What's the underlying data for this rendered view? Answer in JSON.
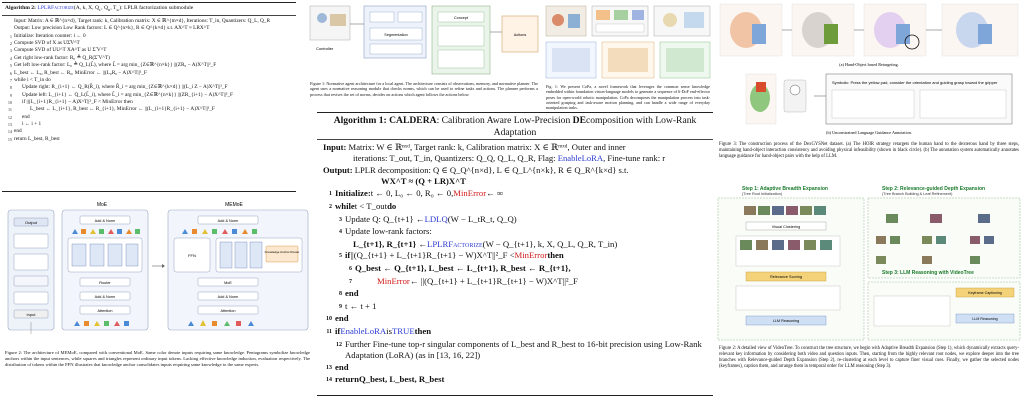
{
  "alg2": {
    "title_prefix": "Algorithm 2:",
    "title_name": "LPLRFactorize",
    "title_args": "(A, k, X, Q",
    "title_args2": ", Q",
    "title_args3": ", T",
    "title_args4": "): LPLR factorization submodule",
    "lines": [
      {
        "n": "",
        "t": "Input: Matrix: A ∈ ℝ^{n×d}, Target rank: k, Calibration matrix: X ∈ ℝ^{m×d}, Iterations: T_in, Quantizers: Q_L, Q_R"
      },
      {
        "n": "",
        "t": "Output: Low precision Low Rank factors: L ∈ Q^{n×k}, R ∈ Q^{k×d} s.t. AX^T ≈ LRX^T"
      },
      {
        "n": "1",
        "t": "Initialize: Iteration counter: i ← 0"
      },
      {
        "n": "2",
        "t": "Compute SVD of X as UΣ̃V^T"
      },
      {
        "n": "3",
        "t": "Compute SVD of UU^T XA^T as U Σ̃ V^T"
      },
      {
        "n": "4",
        "t": "Get right low-rank factor: R₀ ≜ Q_R(Σ̃ V^T)"
      },
      {
        "n": "5",
        "t": "Get left low-rank factor: L₀ ≜ Q_L(L̃), where L̃ = arg min_{Z∈ℝ^{n×k}} ||(ZR₀ − A)X^T||²_F"
      },
      {
        "n": "6",
        "t": "L_best ← L₀, R_best ← R₀, MinError ← ||(L₀R₀ − A)X^T||²_F"
      },
      {
        "n": "7",
        "t": "while i < T_in do"
      },
      {
        "n": "8",
        "t": "Update right: R_{i+1} ← Q_R(R̃_i), where R̃_i = arg min_{Z∈ℝ^{k×d}} ||(L_i Z − A)X^T||²_F"
      },
      {
        "n": "9",
        "t": "Update left: L_{i+1} ← Q_L(L̃_i), where L̃_i = arg min_{Z∈ℝ^{n×k}} ||(ZR_{i+1} − A)X^T||²_F"
      },
      {
        "n": "10",
        "t": "if ||(L_{i+1}R_{i+1} − A)X^T||²_F < MinError then"
      },
      {
        "n": "11",
        "t": "L_best ← L_{i+1}, R_best ← R_{i+1}, MinError ← ||(L_{i+1}R_{i+1} − A)X^T||²_F"
      },
      {
        "n": "12",
        "t": "end"
      },
      {
        "n": "13",
        "t": "i ← i + 1"
      },
      {
        "n": "14",
        "t": "end"
      },
      {
        "n": "15",
        "t": "return L_best, R_best"
      }
    ]
  },
  "memoe": {
    "labels": {
      "left_title": "MoE",
      "right_title": "MEMoE",
      "output": "Output",
      "add_norm": "Add & Norm",
      "moe": "MoE",
      "ffn": "FFN",
      "attention": "Attention",
      "input": "Input",
      "knowledge_anchor": "Knowledge Anchor Router",
      "router": "Router"
    },
    "caption": "Figure 2: The architecture of MEMoE, compared with conventional MoE. Same color denote inputs requiring same knowledge. Pentagrams symbolize knowledge anchors within the input sentences, while squares and triangles represent ordinary input tokens. Lacking effective knowledge induction, evaluation respectively. The distribution of tokens within the FFN illustrates that knowledge anchor consolidates inputs requiring same knowledge to the same experts."
  },
  "topmid": {
    "labels": {
      "a": "Controller",
      "b": "Segmentation",
      "c": "Concept",
      "d": "Actions"
    },
    "caption": "Figure 1: Normative agent architecture for a local agent. The architecture consists of observations, memory, and normative planner. The agent uses a normative reasoning module that checks norms, which can be used to refine tasks and actions. The planner performs a process that revises the set of norms, decides on actions which agent follows the actions below."
  },
  "topmid2": {
    "caption": "Fig. 1: We present CoPa, a novel framework that leverages the common sense knowledge embedded within foundation vision-language models to generate a sequence of 6-DoF end-effector poses for open-world robotic manipulation. CoPa decomposes the manipulation process into task-oriented grasping and task-aware motion planning, and can handle a wide range of everyday manipulation tasks."
  },
  "alg1": {
    "title_num": "Algorithm 1:",
    "title_caps": "CALDERA",
    "title_text": ": Calibration Aware Low-Precision ",
    "title_de": "DE",
    "title_rest": "composition with Low-Rank Adaptation",
    "input_label": "Input:",
    "input_text": " Matrix: W ∈ ℝⁿˣᵈ, Target rank: k, Calibration matrix: X ∈ ℝᵐˣᵈ, Outer and inner",
    "input_text2": "iterations: T_out, T_in, Quantizers: Q_Q, Q_L, Q_R, Flag: ",
    "input_flag": "EnableLoRA",
    "input_text3": ", Fine-tune rank: r",
    "output_label": "Output:",
    "output_text": " LPLR decomposition: Q ∈ Q_Q^{n×d}, L ∈ Q_L^{n×k}, R ∈ Q_R^{k×d} s.t.",
    "output_text2": "WX^T ≈ (Q + LR)X^T",
    "l1_n": "1",
    "l1_b": "Initialize:",
    "l1_t": " t ← 0, L₀ ← 0, R₀ ← 0, ",
    "l1_red": "MinError",
    "l1_t2": " ← ∞",
    "l2_n": "2",
    "l2_b": "while",
    "l2_t": " t < T_out ",
    "l2_b2": "do",
    "l3_n": "3",
    "l3_t": "Update Q: Q_{t+1} ← ",
    "l3_blue": "LDLQ",
    "l3_t2": "(W − L_tR_t, Q_Q)",
    "l4_n": "4",
    "l4_t": "Update low-rank factors:",
    "l5_t": "L_{t+1}, R_{t+1} ← ",
    "l5_blue": "LPLRFactorize",
    "l5_t2": "(W − Q_{t+1}, k, X, Q_L, Q_R, T_in)",
    "l5_n": "5",
    "l6_b": "if",
    "l6_t": " ||(Q_{t+1} + L_{t+1}R_{t+1} − W)X^T||²_F < ",
    "l6_red": "MinError",
    "l6_b2": " then",
    "l6_n": "6",
    "l7_t": "Q_best ← Q_{t+1}, L_best ← L_{t+1}, R_best ← R_{t+1},",
    "l7_n": "7",
    "l8_red": "MinError",
    "l8_t": " ← ||(Q_{t+1} + L_{t+1}R_{t+1} − W)X^T||²_F",
    "l9_n": "8",
    "l9_b": "end",
    "l10_n": "9",
    "l10_t": "t ← t + 1",
    "l11_n": "10",
    "l11_b": "end",
    "l12_n": "11",
    "l12_b": "if",
    "l12_blue": " EnableLoRA",
    "l12_t": " is ",
    "l12_blue2": "TRUE",
    "l12_b2": " then",
    "l13_n": "12",
    "l13_t": "Further Fine-tune top-r singular components of L_best and R_best to 16-bit precision using Low-Rank Adaptation (LoRA) (as in [13, 16, 22])",
    "l14_n": "13",
    "l14_b": "end",
    "l15_n": "14",
    "l15_b": "return",
    "l15_t": " Q_best, L_best, R_best"
  },
  "dex": {
    "sub_a": "(a) Hand-Object based Retargeting.",
    "sub_b": "(b) Unconstrained Language Guidance Annotation.",
    "panel_text": "Symbolic: Press the yellow pad, consider the orientation and guiding grasp toward the gripper",
    "caption": "Figure 3: The construction process of the DexGYSNet dataset. (a) The HOIR strategy retargets the human hand to the dexterous hand by three steps, maintaining hand-object interaction consistency and avoiding physical infeasibility (shown in black circle). (b) The annotation system automatically annotates language guidance for hand-object pairs with the help of LLM."
  },
  "vtree": {
    "step1": "Step 1: Adaptive Breadth Expansion",
    "step1_sub": "(Tree Root Initialization)",
    "step2": "Step 2: Relevance-guided Depth Expansion",
    "step2_sub": "(Tree Branch Building & Leaf Refinement)",
    "step3": "Step 3: LLM Reasoning with VideoTree",
    "box_cluster": "Visual Clustering",
    "box_relevance": "Relevance Scoring",
    "box_llm": "LLM Reasoning",
    "box_keyframe": "Keyframe Captioning",
    "caption": "Figure 2: A detailed view of VideoTree. To construct the tree structure, we begin with Adaptive Breadth Expansion (Step 1), which dynamically extracts query-relevant key information by considering both video and question inputs. Then, starting from the highly relevant root nodes, we explore deeper into the tree branches with Relevance-guided Depth Expansion (Step 2), re-clustering at each level to capture finer visual cues. Finally, we gather the selected nodes (keyframes), caption them, and arrange them in temporal order for LLM reasoning (Step 3)."
  }
}
